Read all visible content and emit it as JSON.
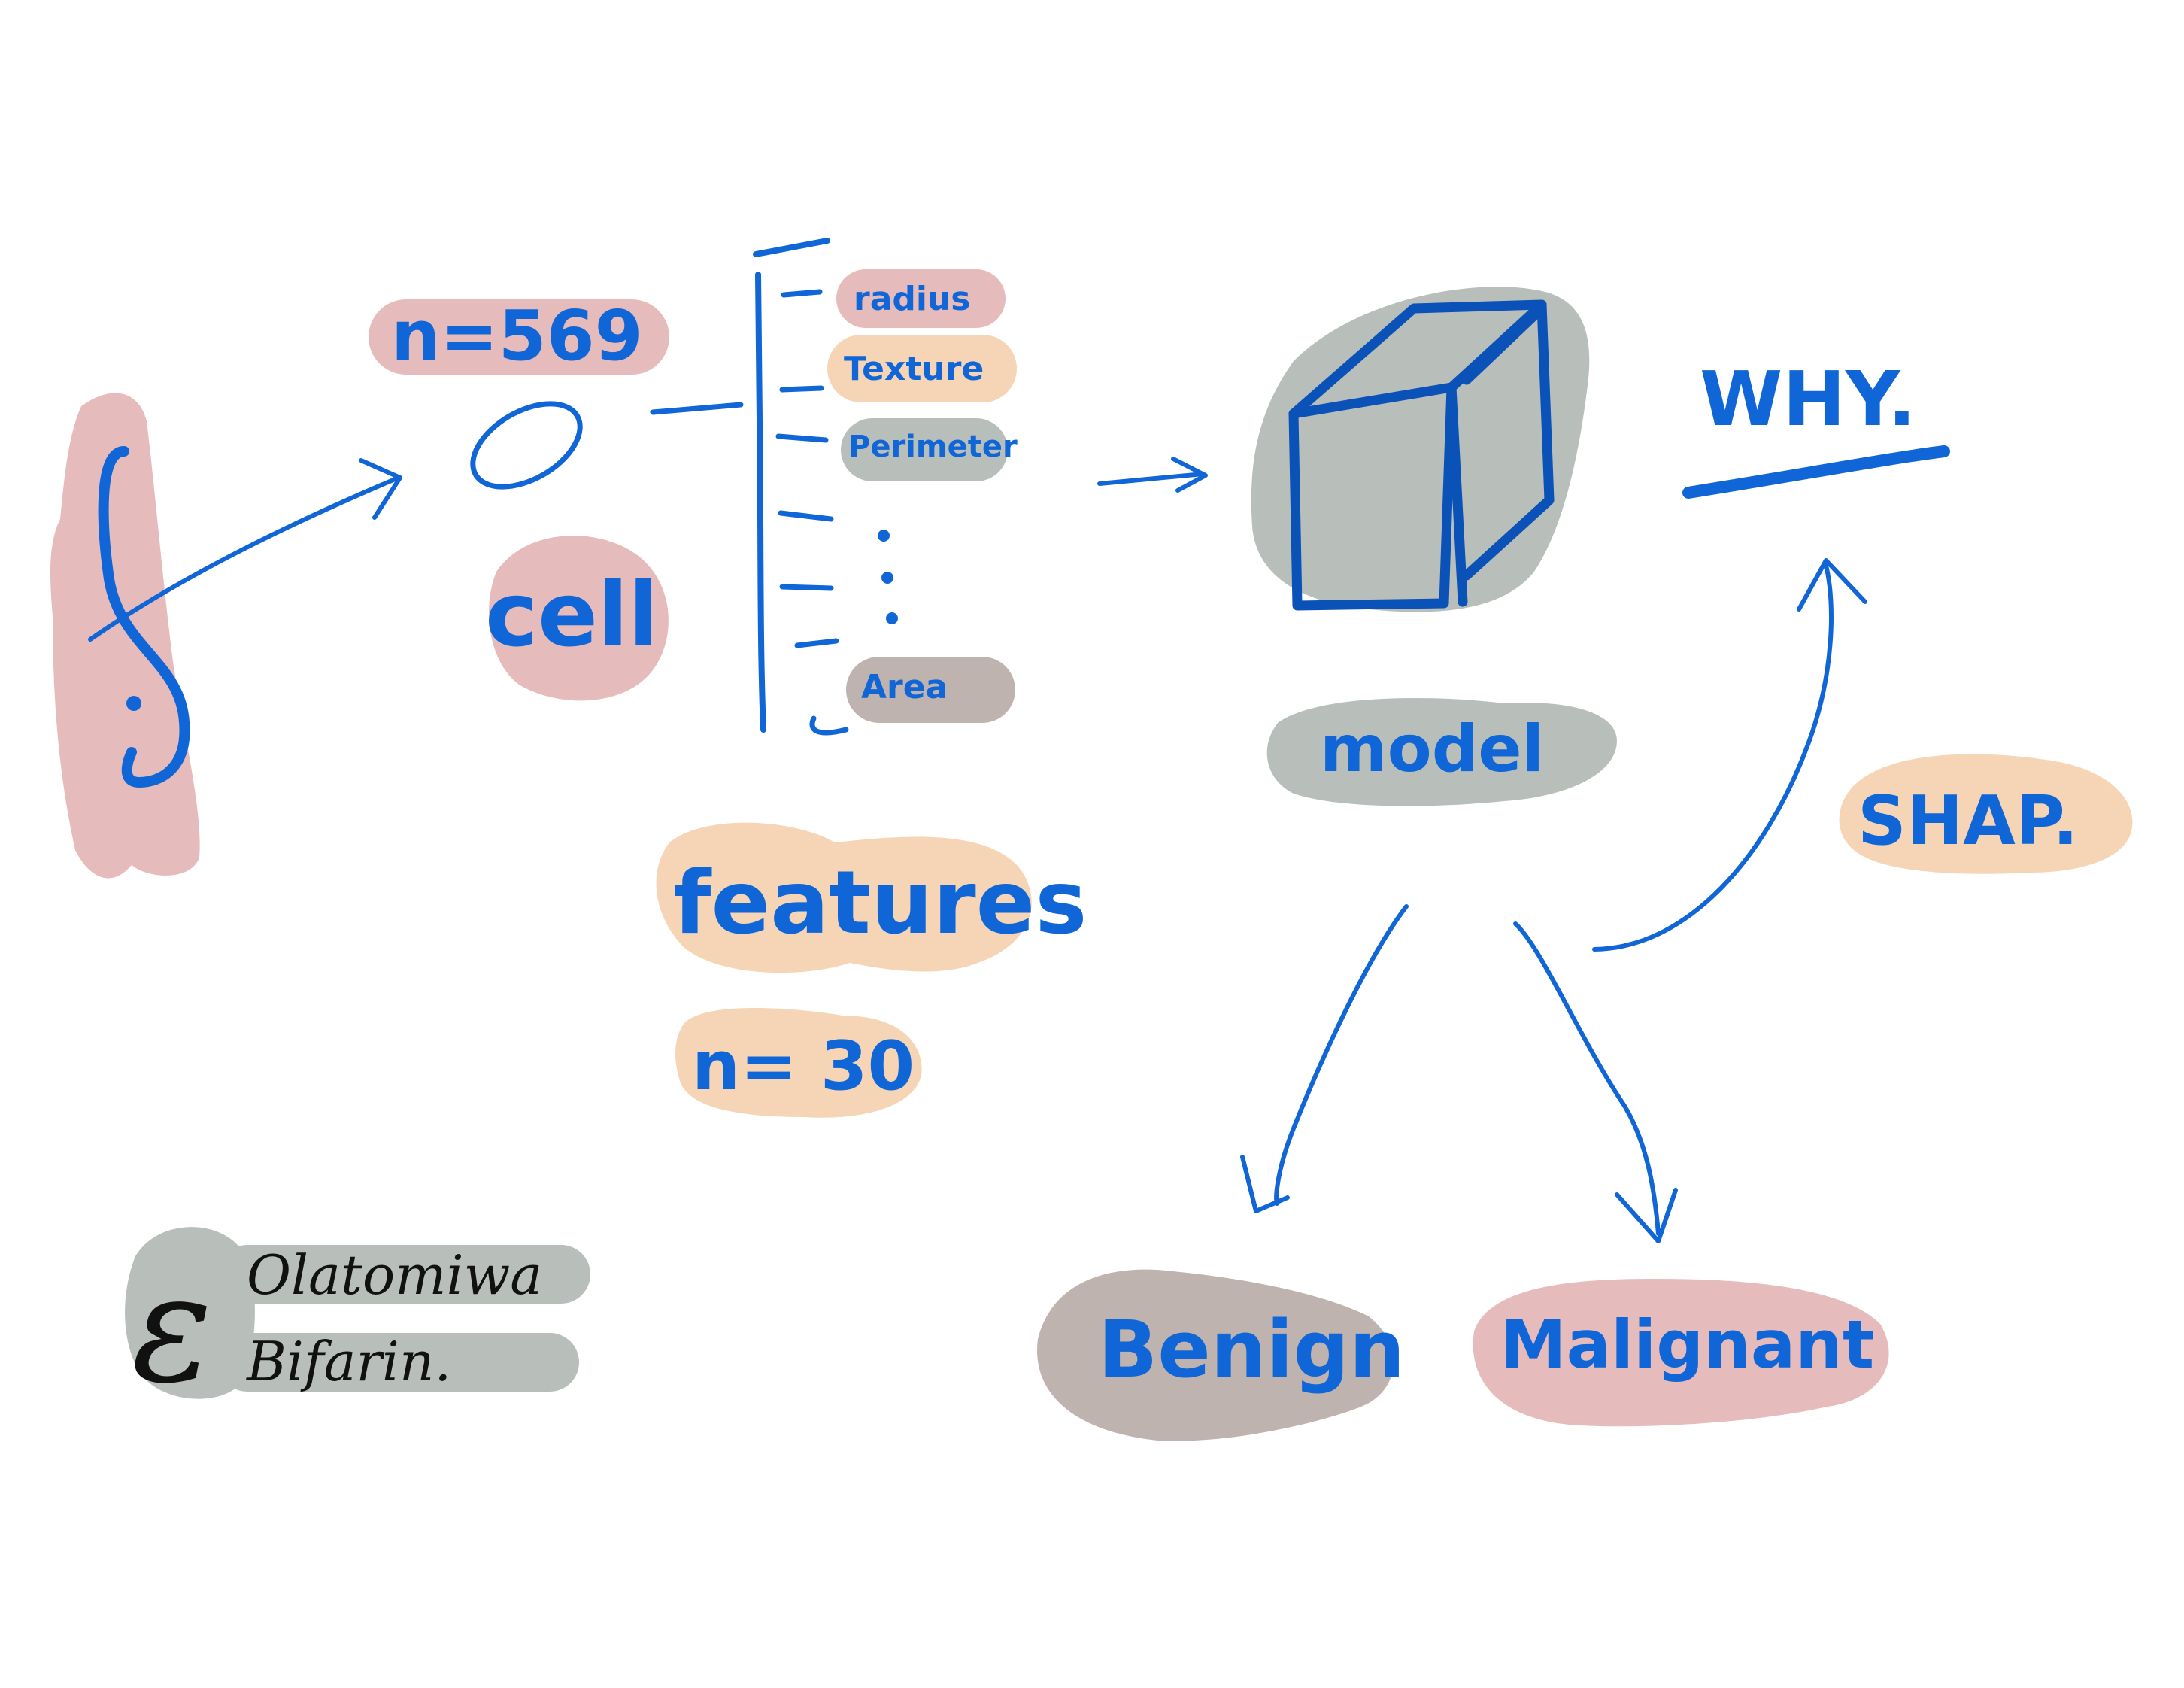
{
  "colors": {
    "ink": "#1066d6",
    "pink": "#e6bbbb",
    "peach": "#f5d5b5",
    "gray": "#b8bfba",
    "taupe": "#bfb3af",
    "signature_ink": "#111111"
  },
  "input": {
    "sample_count": "n=569",
    "cell_label": "cell"
  },
  "features": {
    "items": [
      "radius",
      "Texture",
      "Perimeter",
      "Area"
    ],
    "label": "features",
    "count": "n= 30"
  },
  "model": {
    "label": "model"
  },
  "outcomes": {
    "benign": "Benign",
    "malignant": "Malignant"
  },
  "explain": {
    "question": "WHY.",
    "method": "SHAP."
  },
  "signature": {
    "logo_glyph": "ε",
    "line1": "Olatomiwa",
    "line2": "Bifarin."
  },
  "icons": {
    "sample_glyph": "integral-icon",
    "cell_shape": "ellipse-icon",
    "model_shape": "cube-icon"
  }
}
